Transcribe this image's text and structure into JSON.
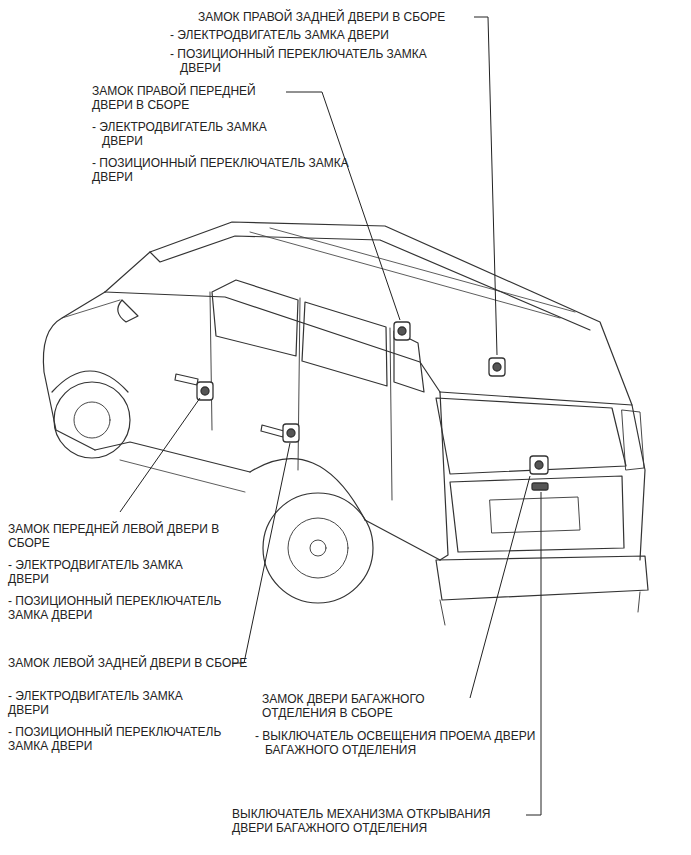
{
  "diagram": {
    "labels": [
      "ЗАМОК ПРАВОЙ ЗАДНЕЙ ДВЕРИ В СБОРЕ",
      "- ЭЛЕКТРОДВИГАТЕЛЬ ЗАМКА ДВЕРИ",
      "- ПОЗИЦИОННЫЙ ПЕРЕКЛЮЧАТЕЛЬ ЗАМКА ДВЕРИ",
      "ЗАМОК ПРАВОЙ ПЕРЕДНЕЙ ДВЕРИ В СБОРЕ",
      "- ЭЛЕКТРОДВИГАТЕЛЬ ЗАМКА ДВЕРИ",
      "- ПОЗИЦИОННЫЙ ПЕРЕКЛЮЧАТЕЛЬ ЗАМКА ДВЕРИ",
      "ЗАМОК ПЕРЕДНЕЙ ЛЕВОЙ ДВЕРИ В СБОРЕ",
      "- ЭЛЕКТРОДВИГАТЕЛЬ ЗАМКА ДВЕРИ",
      "- ПОЗИЦИОННЫЙ ПЕРЕКЛЮЧАТЕЛЬ ЗАМКА ДВЕРИ",
      "ЗАМОК ЛЕВОЙ ЗАДНЕЙ ДВЕРИ В СБОРЕ",
      "- ЭЛЕКТРОДВИГАТЕЛЬ ЗАМКА ДВЕРИ",
      "- ПОЗИЦИОННЫЙ ПЕРЕКЛЮЧАТЕЛЬ ЗАМКА ДВЕРИ",
      "ЗАМОК ДВЕРИ БАГАЖНОГО ОТДЕЛЕНИЯ В СБОРЕ",
      "- ВЫКЛЮЧАТЕЛЬ ОСВЕЩЕНИЯ ПРОЕМА ДВЕРИ БАГАЖНОГО ОТДЕЛЕНИЯ",
      "ВЫКЛЮЧАТЕЛЬ МЕХАНИЗМА ОТКРЫВАНИЯ ДВЕРИ БАГАЖНОГО ОТДЕЛЕНИЯ"
    ]
  }
}
